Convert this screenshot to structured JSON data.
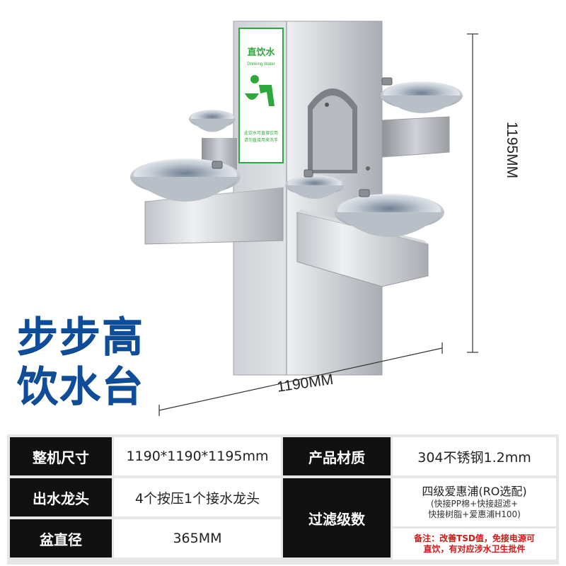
{
  "product": {
    "title_line1": "步步高",
    "title_line2": "饮水台",
    "sign_title": "直饮水",
    "sign_subtitle": "Drinking Water",
    "sign_note_1": "此饮水可直接饮用",
    "sign_note_2": "请勿直接用来洗手"
  },
  "dimensions": {
    "width_label": "1190MM",
    "height_label": "1195MM"
  },
  "specs": {
    "size_label": "整机尺寸",
    "size_value": "1190*1190*1195mm",
    "material_label": "产品材质",
    "material_value": "304不锈钢1.2mm",
    "faucet_label": "出水龙头",
    "faucet_value": "4个按压1个接水龙头",
    "filter_label": "过滤级数",
    "filter_line1": "四级爱惠浦(RO选配)",
    "filter_line2": "(快接PP棉+快接超滤+",
    "filter_line3": "快接树脂+爱惠浦H100)",
    "basin_label": "盆直径",
    "basin_value": "365MM",
    "note_line1": "备注：改善TSD值，免接电源可",
    "note_line2": "直饮，有对应涉水卫生批件"
  },
  "colors": {
    "title_blue": "#0d4d9a",
    "sign_green": "#2ea83c",
    "header_black": "#111111",
    "note_red": "#d01818"
  }
}
